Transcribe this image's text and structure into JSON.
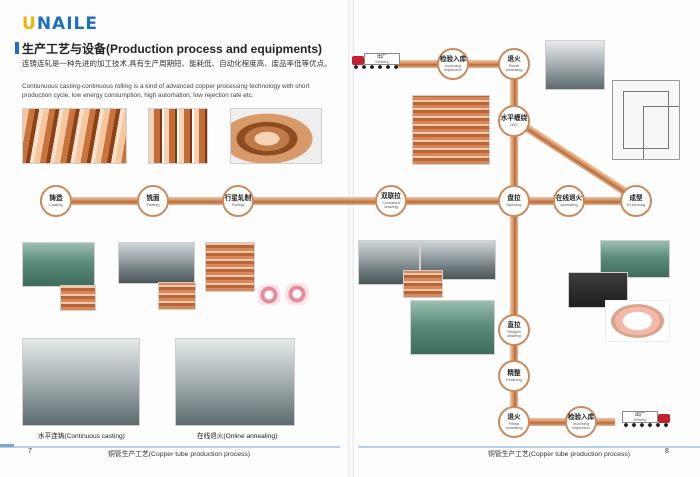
{
  "brand": {
    "logo_prefix": "U",
    "logo_rest": "NAILE"
  },
  "header": {
    "title": "生产工艺与设备(Production process and equipments)",
    "intro_zh": "连铸连轧是一种先进的加工技术,具有生产周期短、能耗低、自动化程度高、废品率低等优点。",
    "intro_en": "Contiunuous casting-continuous rolling is a kind of advanced copper processing technology with short production cycle, low energy consumption, high automation, low rejection rate etc."
  },
  "process_nodes": {
    "casting": {
      "zh": "铸造",
      "en": "Casting"
    },
    "peeling": {
      "zh": "铣面",
      "en": "Peeling"
    },
    "rolling": {
      "zh": "行星轧制",
      "en": "Rolling"
    },
    "combined_drawing": {
      "zh": "双联拉",
      "en": "Combined drawing"
    },
    "spinning": {
      "zh": "盘拉",
      "en": "Spinning"
    },
    "annealing": {
      "zh": "在线退火",
      "en": "Annealing"
    },
    "ig_forming": {
      "zh": "成型",
      "en": "IG forming"
    },
    "lwc": {
      "zh": "水平缠绕",
      "en": "LWC"
    },
    "final_annealing_top": {
      "zh": "退火",
      "en": "Finnal annealing"
    },
    "incoming_inspection_top": {
      "zh": "检验入库",
      "en": "Incoming inspection"
    },
    "straight_drawing": {
      "zh": "直拉",
      "en": "Straight drawing"
    },
    "finishing": {
      "zh": "精整",
      "en": "Finishing"
    },
    "final_annealing_bottom": {
      "zh": "退火",
      "en": "Finnal annealing"
    },
    "incoming_inspection_bottom": {
      "zh": "检验入库",
      "en": "Incoming inspection"
    }
  },
  "trucks": {
    "top": {
      "zh": "出厂",
      "en": "Delivery"
    },
    "bottom": {
      "zh": "出厂",
      "en": "Delivery"
    }
  },
  "captions": {
    "continuous_casting": "水平连铸(Continuous casting)",
    "online_annealing": "在线退火(Online annealing)"
  },
  "footer": {
    "left_page": "7",
    "left_text": "铜管生产工艺(Copper tube production process)",
    "right_text": "铜管生产工艺(Copper tube production process)",
    "right_page": "8"
  },
  "colors": {
    "brand_blue": "#1f6fbf",
    "brand_yellow": "#f2b400",
    "copper": "#c98b5d",
    "truck_red": "#c0232f"
  }
}
